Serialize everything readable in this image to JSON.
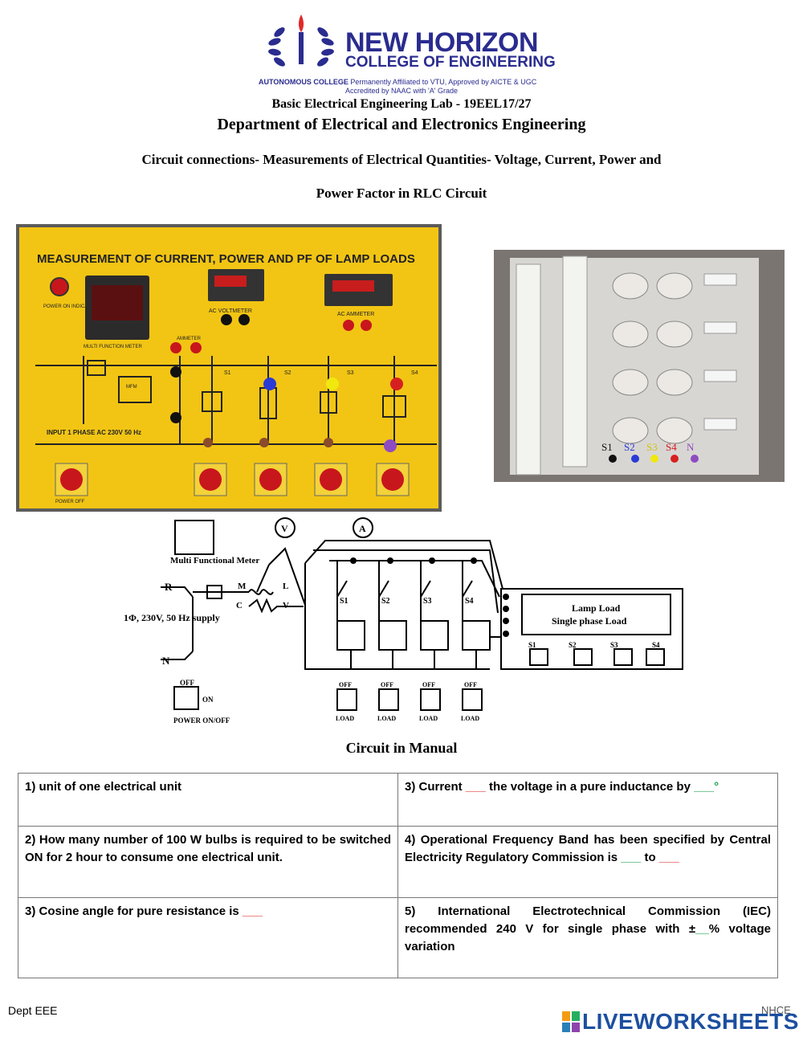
{
  "header": {
    "college_name": "NEW HORIZON",
    "college_sub": "COLLEGE OF ENGINEERING",
    "tagline_bold": "AUTONOMOUS COLLEGE",
    "tagline": "Permanently Affiliated to VTU, Approved by AICTE & UGC",
    "accreditation": "Accredited by NAAC with 'A' Grade",
    "lab_title": "Basic Electrical Engineering Lab - 19EEL17/27",
    "department": "Department of Electrical and Electronics Engineering",
    "topic_line1": "Circuit connections- Measurements of Electrical Quantities- Voltage, Current, Power and",
    "topic_line2": "Power Factor in RLC Circuit"
  },
  "panel": {
    "title": "MEASUREMENT OF CURRENT, POWER AND PF OF LAMP LOADS",
    "power_on": "POWER ON INDICATOR",
    "mfm": "MULTI FUNCTION METER",
    "ac_voltmeter": "AC VOLTMETER",
    "ac_ammeter": "AC AMMETER",
    "ammeter": "AMMETER",
    "mfm_box": "MFM",
    "input": "INPUT 1 PHASE AC 230V 50 Hz",
    "switches": [
      "S1",
      "S2",
      "S3",
      "S4"
    ],
    "power_off": "POWER OFF"
  },
  "photo": {
    "labels": [
      "S1",
      "S2",
      "S3",
      "S4",
      "N"
    ]
  },
  "diagram": {
    "mfm_label": "Multi Functional Meter",
    "supply": "1Φ, 230V, 50 Hz supply",
    "r": "R",
    "n": "N",
    "m": "M",
    "l": "L",
    "c": "C",
    "v": "V",
    "voltmeter": "V",
    "ammeter": "A",
    "switches": [
      "S1",
      "S2",
      "S3",
      "S4"
    ],
    "load_box_line1": "Lamp Load",
    "load_box_line2": "Single phase Load",
    "off": "OFF",
    "on": "ON",
    "load": "LOAD",
    "power_onoff": "POWER ON/OFF"
  },
  "caption": "Circuit in Manual",
  "questions": {
    "q1": "1) unit of one electrical unit",
    "q2": "2) How many number of 100 W bulbs is required to be switched ON for 2 hour to consume one electrical unit.",
    "q3_left_pre": "3) Cosine angle  for pure resistance is ",
    "q3_left_blank": "___",
    "q3_right_pre": "3) Current ",
    "q3_right_blank1": "___",
    "q3_right_mid": " the voltage in a pure inductance by ",
    "q3_right_blank2": "___°",
    "q4_pre": "4) Operational Frequency Band has been specified by Central Electricity Regulatory Commission is ",
    "q4_blank1": "___",
    "q4_mid": " to ",
    "q4_blank2": "___",
    "q5_pre": "5) International Electrotechnical Commission (IEC) recommended 240 V for single phase  with ±",
    "q5_blank": "__",
    "q5_post": "% voltage variation"
  },
  "footer": {
    "left": "Dept EEE",
    "right": "NHCE",
    "brand": "LIVEWORKSHEETS"
  },
  "colors": {
    "brand_blue": "#2a2c8f",
    "panel_yellow": "#f2c514",
    "blank_red": "#e12b2b",
    "blank_green": "#1aa34a"
  }
}
